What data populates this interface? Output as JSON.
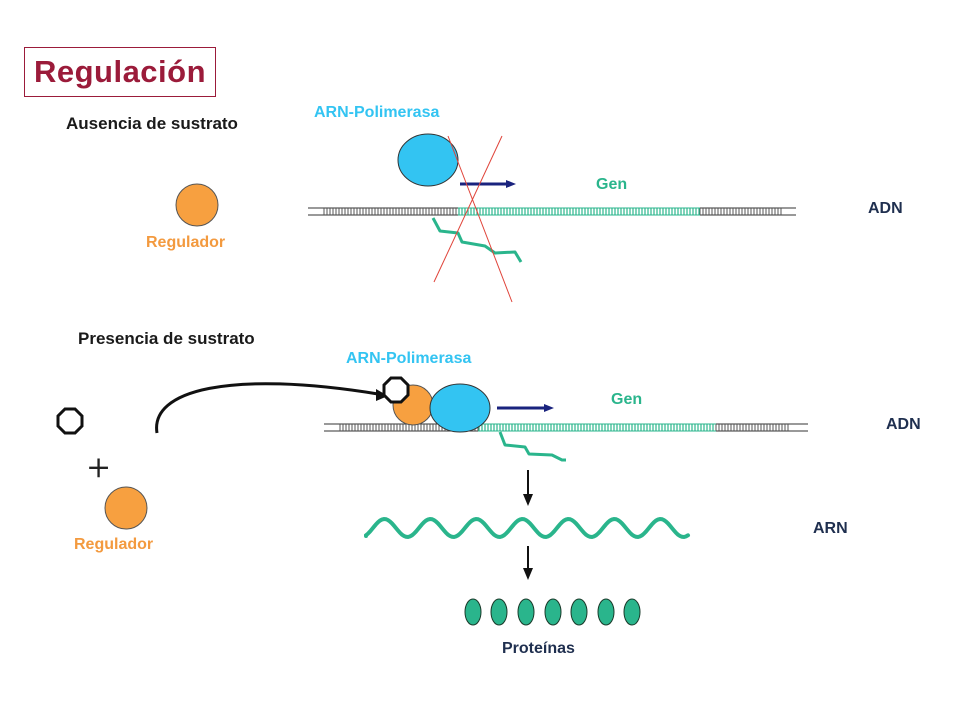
{
  "title": "Regulación",
  "top_panel": {
    "heading": "Ausencia de sustrato",
    "polymerase_label": "ARN-Polimerasa",
    "gene_label": "Gen",
    "dna_label": "ADN",
    "regulator_label": "Regulador"
  },
  "bottom_panel": {
    "heading": "Presencia de sustrato",
    "polymerase_label": "ARN-Polimerasa",
    "gene_label": "Gen",
    "dna_label": "ADN",
    "rna_label": "ARN",
    "regulator_label": "Regulador",
    "plus_sign": "+",
    "proteins_label": "Proteínas"
  },
  "colors": {
    "title": "#9b1b3a",
    "polymerase": "#33c4f2",
    "regulator": "#f7a040",
    "gene_track": "#2ab58c",
    "arrow": "#1a237e",
    "cross": "#e0443a"
  }
}
